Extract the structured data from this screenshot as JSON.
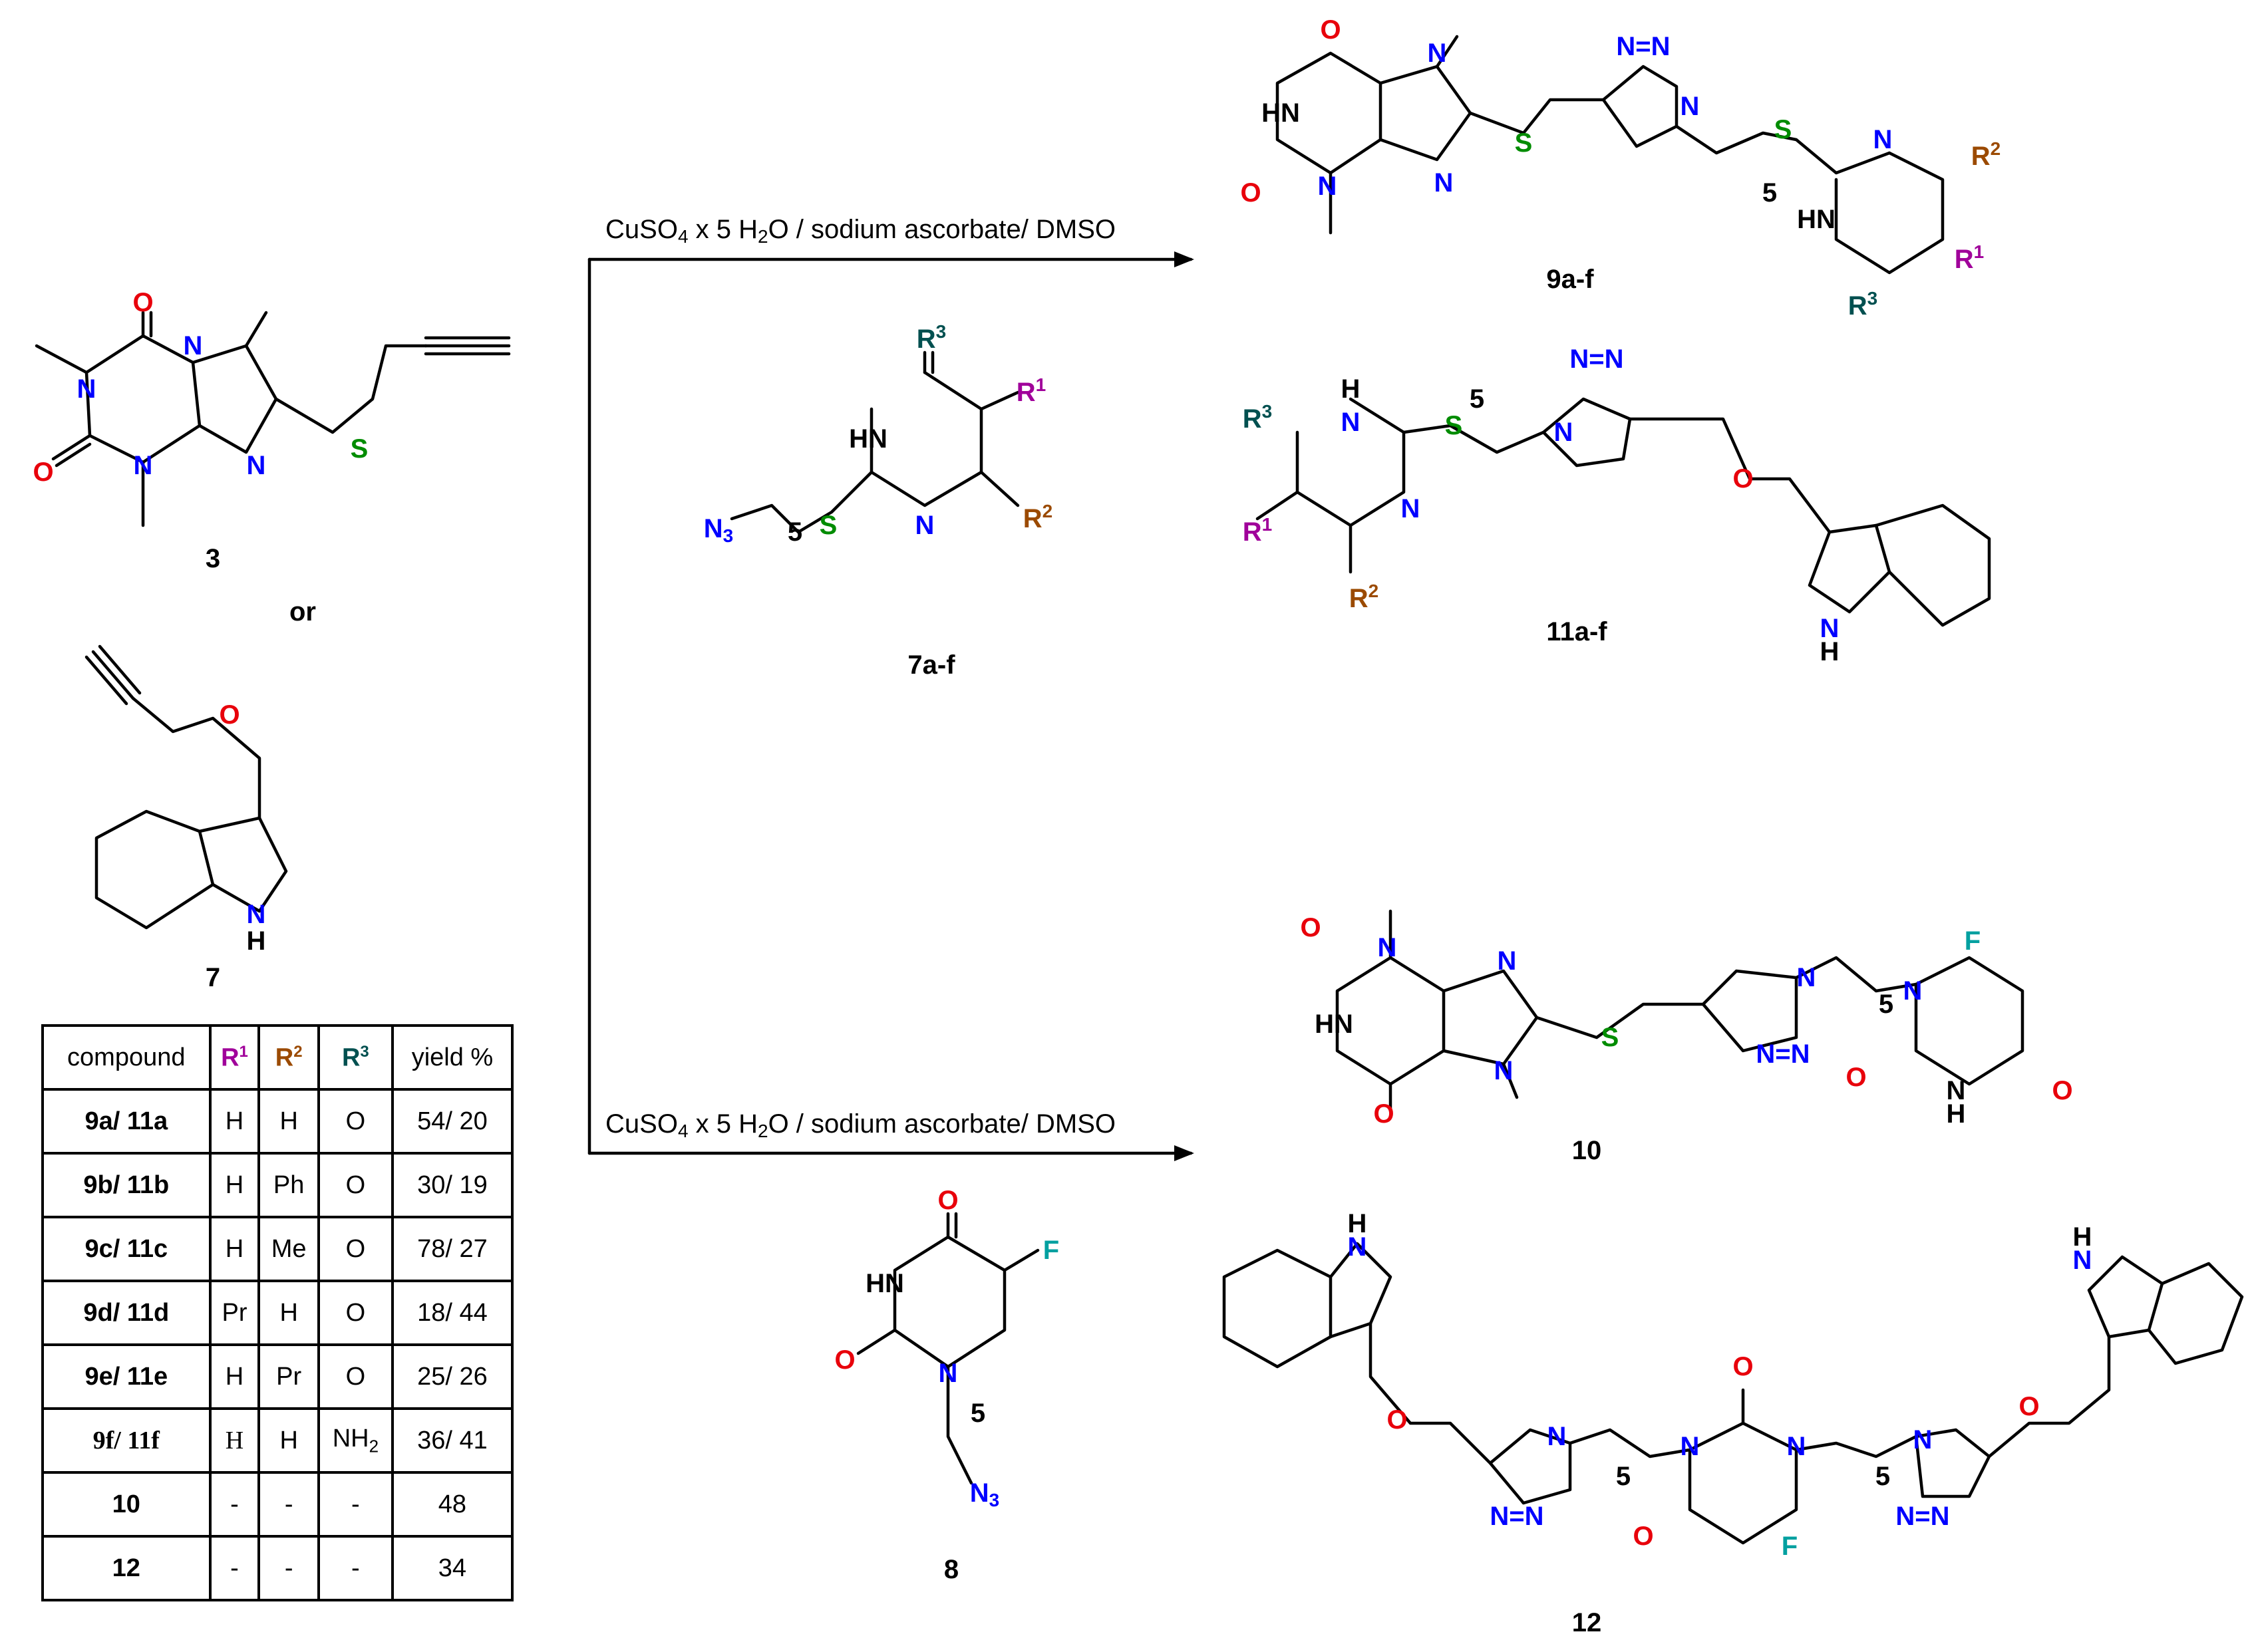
{
  "colors": {
    "oxygen": "#e8000b",
    "nitrogen": "#0000ff",
    "sulfur": "#008c00",
    "fluorine": "#00a0a0",
    "r1": "#a0009a",
    "r2": "#9b4a00",
    "r3": "#005050"
  },
  "conditions": {
    "top": "CuSO4 x 5 H2O / sodium ascorbate/ DMSO",
    "bottom": "CuSO4 x 5 H2O / sodium ascorbate/ DMSO"
  },
  "labels": {
    "c3": "3",
    "or": "or",
    "c7": "7",
    "c7af": "7a-f",
    "c8": "8",
    "c9af": "9a-f",
    "c11af": "11a-f",
    "c10": "10",
    "c12": "12"
  },
  "table": {
    "headers": [
      "compound",
      "R1",
      "R2",
      "R3",
      "yield %"
    ],
    "rows": [
      [
        "9a/ 11a",
        "H",
        "H",
        "O",
        "54/ 20"
      ],
      [
        "9b/  11b",
        "H",
        "Ph",
        "O",
        "30/ 19"
      ],
      [
        "9c/ 11c",
        "H",
        "Me",
        "O",
        "78/ 27"
      ],
      [
        "9d/  11d",
        "Pr",
        "H",
        "O",
        "18/ 44"
      ],
      [
        "9e/ 11e",
        "H",
        "Pr",
        "O",
        "25/ 26"
      ],
      [
        "9f/  11f",
        "H",
        "H",
        "NH2",
        "36/ 41"
      ],
      [
        "10",
        "-",
        "-",
        "-",
        "48"
      ],
      [
        "12",
        "-",
        "-",
        "-",
        "34"
      ]
    ]
  }
}
